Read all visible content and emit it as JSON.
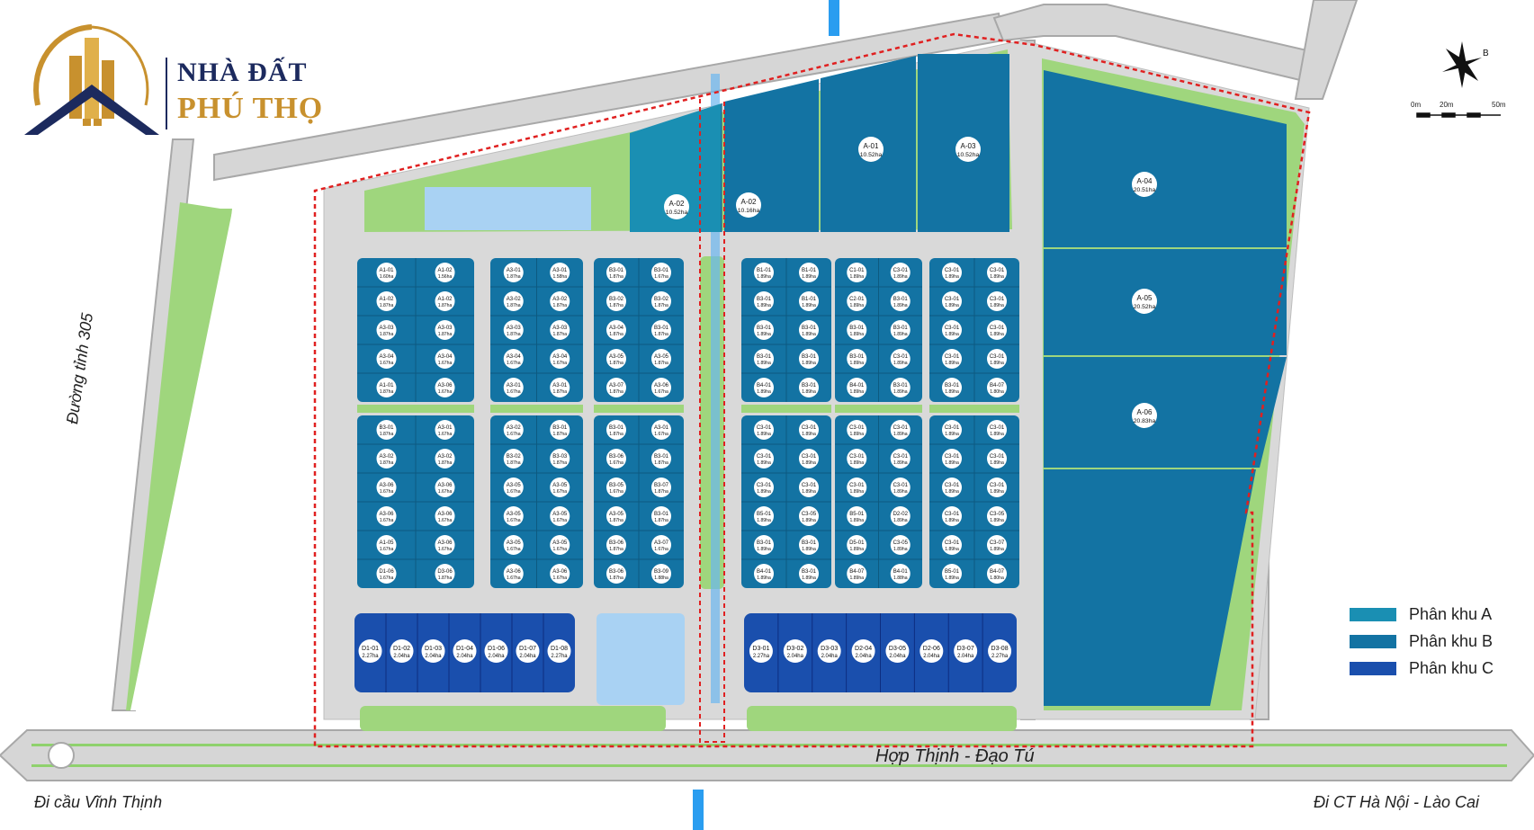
{
  "brand": {
    "line1": "NHÀ ĐẤT",
    "line2": "PHÚ THỌ"
  },
  "compass": {
    "label": "B"
  },
  "scale": {
    "labels": [
      "0m",
      "20m",
      "50m"
    ]
  },
  "roads": {
    "main": "Hợp Thịnh - Đạo Tú",
    "west_dest": "Đi cầu Vĩnh Thịnh",
    "east_dest": "Đi CT Hà Nội - Lào Cai",
    "provincial": "Đường tỉnh 305"
  },
  "legend": [
    {
      "label": "Phân khu A",
      "color": "#1a8fb3"
    },
    {
      "label": "Phân khu B",
      "color": "#1373a3"
    },
    {
      "label": "Phân khu C",
      "color": "#1a4fad"
    }
  ],
  "colors": {
    "zone_a": "#1a8fb3",
    "zone_b": "#1373a3",
    "zone_c": "#1a4fad",
    "green": "#9fd67d",
    "water": "#a9d2f3",
    "road": "#d6d6d6",
    "boundary": "#e02020"
  },
  "large_lots": [
    {
      "id": "A-02",
      "area": "10.52ha"
    },
    {
      "id": "A-02",
      "area": "10.16ha"
    },
    {
      "id": "A-01",
      "area": "10.52ha"
    },
    {
      "id": "A-03",
      "area": "10.52ha"
    },
    {
      "id": "A-04",
      "area": "20.51ha"
    },
    {
      "id": "A-05",
      "area": "20.52ha"
    },
    {
      "id": "A-06",
      "area": "20.83ha"
    }
  ],
  "grid_blocks": [
    {
      "top": [
        [
          "A1-01",
          "1.60ha",
          "A1-02",
          "1.56ha"
        ],
        [
          "A1-02",
          "1.87ha",
          "A1-02",
          "1.87ha"
        ],
        [
          "A3-03",
          "1.87ha",
          "A3-03",
          "1.87ha"
        ],
        [
          "A3-04",
          "1.67ha",
          "A3-04",
          "1.67ha"
        ],
        [
          "A1-01",
          "1.87ha",
          "A3-06",
          "1.67ha"
        ]
      ],
      "bottom": [
        [
          "B3-01",
          "1.87ha",
          "A3-01",
          "1.67ha"
        ],
        [
          "A3-02",
          "1.87ha",
          "A3-02",
          "1.87ha"
        ],
        [
          "A3-06",
          "1.67ha",
          "A3-06",
          "1.67ha"
        ],
        [
          "A3-06",
          "1.67ha",
          "A3-06",
          "1.67ha"
        ],
        [
          "A1-05",
          "1.67ha",
          "A3-06",
          "1.67ha"
        ],
        [
          "D1-06",
          "1.67ha",
          "D3-06",
          "1.87ha"
        ]
      ]
    },
    {
      "top": [
        [
          "A3-01",
          "1.87ha",
          "A3-01",
          "1.58ha"
        ],
        [
          "A3-02",
          "1.87ha",
          "A3-02",
          "1.87ha"
        ],
        [
          "A3-03",
          "1.87ha",
          "A3-03",
          "1.87ha"
        ],
        [
          "A3-04",
          "1.67ha",
          "A3-04",
          "1.67ha"
        ],
        [
          "A3-01",
          "1.67ha",
          "A3-01",
          "1.87ha"
        ]
      ],
      "bottom": [
        [
          "A3-02",
          "1.67ha",
          "B3-01",
          "1.87ha"
        ],
        [
          "B3-02",
          "1.87ha",
          "B3-03",
          "1.87ha"
        ],
        [
          "A3-05",
          "1.67ha",
          "A3-05",
          "1.67ha"
        ],
        [
          "A3-05",
          "1.67ha",
          "A3-05",
          "1.67ha"
        ],
        [
          "A3-05",
          "1.67ha",
          "A3-05",
          "1.67ha"
        ],
        [
          "A3-06",
          "1.67ha",
          "A3-06",
          "1.67ha"
        ]
      ]
    },
    {
      "top": [
        [
          "B3-01",
          "1.87ha",
          "B3-01",
          "1.67ha"
        ],
        [
          "B3-02",
          "1.87ha",
          "B3-02",
          "1.87ha"
        ],
        [
          "A3-04",
          "1.87ha",
          "B3-01",
          "1.87ha"
        ],
        [
          "A3-05",
          "1.87ha",
          "A3-05",
          "1.87ha"
        ],
        [
          "A3-07",
          "1.87ha",
          "A3-06",
          "1.67ha"
        ]
      ],
      "bottom": [
        [
          "B3-01",
          "1.87ha",
          "A3-01",
          "1.67ha"
        ],
        [
          "B3-06",
          "1.67ha",
          "B3-01",
          "1.87ha"
        ],
        [
          "B3-05",
          "1.67ha",
          "B3-07",
          "1.87ha"
        ],
        [
          "A3-05",
          "1.87ha",
          "B3-01",
          "1.87ha"
        ],
        [
          "B3-06",
          "1.87ha",
          "A3-07",
          "1.67ha"
        ],
        [
          "B3-06",
          "1.87ha",
          "B3-09",
          "1.88ha"
        ]
      ]
    },
    {
      "top": [
        [
          "B1-01",
          "1.89ha",
          "B1-01",
          "1.89ha"
        ],
        [
          "B3-01",
          "1.89ha",
          "B1-01",
          "1.89ha"
        ],
        [
          "B3-01",
          "1.89ha",
          "B3-01",
          "1.89ha"
        ],
        [
          "B3-01",
          "1.89ha",
          "B3-01",
          "1.89ha"
        ],
        [
          "B4-01",
          "1.89ha",
          "B3-01",
          "1.89ha"
        ]
      ],
      "bottom": [
        [
          "C3-01",
          "1.89ha",
          "C3-01",
          "1.89ha"
        ],
        [
          "C3-01",
          "1.89ha",
          "C3-01",
          "1.89ha"
        ],
        [
          "C3-01",
          "1.89ha",
          "C3-01",
          "1.89ha"
        ],
        [
          "B5-01",
          "1.89ha",
          "C3-05",
          "1.89ha"
        ],
        [
          "B3-01",
          "1.89ha",
          "B3-01",
          "1.89ha"
        ],
        [
          "B4-01",
          "1.89ha",
          "B3-01",
          "1.89ha"
        ]
      ]
    },
    {
      "top": [
        [
          "C1-01",
          "1.89ha",
          "C3-01",
          "1.89ha"
        ],
        [
          "C2-01",
          "1.89ha",
          "B3-01",
          "1.89ha"
        ],
        [
          "B3-01",
          "1.89ha",
          "B3-01",
          "1.89ha"
        ],
        [
          "B3-01",
          "1.89ha",
          "C3-01",
          "1.89ha"
        ],
        [
          "B4-01",
          "1.89ha",
          "B3-01",
          "1.89ha"
        ]
      ],
      "bottom": [
        [
          "C3-01",
          "1.89ha",
          "C3-01",
          "1.89ha"
        ],
        [
          "C3-01",
          "1.89ha",
          "C3-01",
          "1.89ha"
        ],
        [
          "C3-01",
          "1.89ha",
          "C3-01",
          "1.89ha"
        ],
        [
          "B5-01",
          "1.89ha",
          "D2-02",
          "1.89ha"
        ],
        [
          "D5-01",
          "1.89ha",
          "C3-05",
          "1.89ha"
        ],
        [
          "B4-07",
          "1.89ha",
          "B4-01",
          "1.88ha"
        ]
      ]
    },
    {
      "top": [
        [
          "C3-01",
          "1.89ha",
          "C3-01",
          "1.89ha"
        ],
        [
          "C3-01",
          "1.89ha",
          "C3-01",
          "1.89ha"
        ],
        [
          "C3-01",
          "1.89ha",
          "C3-01",
          "1.89ha"
        ],
        [
          "C3-01",
          "1.89ha",
          "C3-01",
          "1.89ha"
        ],
        [
          "B3-01",
          "1.89ha",
          "B4-07",
          "1.80ha"
        ]
      ],
      "bottom": [
        [
          "C3-01",
          "1.89ha",
          "C3-01",
          "1.89ha"
        ],
        [
          "C3-01",
          "1.89ha",
          "C3-01",
          "1.89ha"
        ],
        [
          "C3-01",
          "1.89ha",
          "C3-01",
          "1.89ha"
        ],
        [
          "C3-01",
          "1.89ha",
          "C3-05",
          "1.89ha"
        ],
        [
          "C3-01",
          "1.89ha",
          "C3-07",
          "1.89ha"
        ],
        [
          "B5-01",
          "1.89ha",
          "B4-07",
          "1.80ha"
        ]
      ]
    }
  ],
  "strip_left": [
    {
      "id": "D1-01",
      "area": "2.27ha"
    },
    {
      "id": "D1-02",
      "area": "2.04ha"
    },
    {
      "id": "D1-03",
      "area": "2.04ha"
    },
    {
      "id": "D1-04",
      "area": "2.04ha"
    },
    {
      "id": "D1-06",
      "area": "2.04ha"
    },
    {
      "id": "D1-07",
      "area": "2.04ha"
    },
    {
      "id": "D1-08",
      "area": "2.27ha"
    }
  ],
  "strip_right": [
    {
      "id": "D3-01",
      "area": "2.27ha"
    },
    {
      "id": "D3-02",
      "area": "2.04ha"
    },
    {
      "id": "D3-03",
      "area": "2.04ha"
    },
    {
      "id": "D2-04",
      "area": "2.04ha"
    },
    {
      "id": "D3-05",
      "area": "2.04ha"
    },
    {
      "id": "D2-06",
      "area": "2.04ha"
    },
    {
      "id": "D3-07",
      "area": "2.04ha"
    },
    {
      "id": "D3-08",
      "area": "2.27ha"
    }
  ]
}
